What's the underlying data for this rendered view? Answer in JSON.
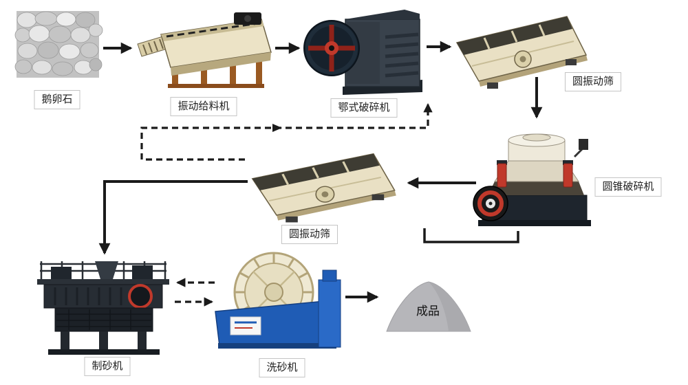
{
  "diagram": {
    "kind": "process-flowchart",
    "nodes": [
      {
        "id": "pebbles",
        "label": "鹅卵石",
        "type": "raw-material"
      },
      {
        "id": "vibrating-feeder",
        "label": "振动给料机",
        "type": "machine"
      },
      {
        "id": "jaw-crusher",
        "label": "鄂式破碎机",
        "type": "machine"
      },
      {
        "id": "circular-vibrating-screen-1",
        "label": "圆振动筛",
        "type": "machine"
      },
      {
        "id": "cone-crusher",
        "label": "圆锥破碎机",
        "type": "machine"
      },
      {
        "id": "circular-vibrating-screen-2",
        "label": "圆振动筛",
        "type": "machine"
      },
      {
        "id": "sand-making-machine",
        "label": "制砂机",
        "type": "machine"
      },
      {
        "id": "sand-washing-machine",
        "label": "洗砂机",
        "type": "machine"
      },
      {
        "id": "finished-product",
        "label": "成品",
        "type": "output"
      }
    ],
    "edges": [
      {
        "from": "pebbles",
        "to": "vibrating-feeder",
        "style": "solid"
      },
      {
        "from": "vibrating-feeder",
        "to": "jaw-crusher",
        "style": "solid"
      },
      {
        "from": "jaw-crusher",
        "to": "circular-vibrating-screen-1",
        "style": "solid"
      },
      {
        "from": "circular-vibrating-screen-1",
        "to": "cone-crusher",
        "style": "solid"
      },
      {
        "from": "cone-crusher",
        "to": "circular-vibrating-screen-2",
        "style": "solid"
      },
      {
        "from": "circular-vibrating-screen-2",
        "to": "sand-making-machine",
        "style": "solid"
      },
      {
        "from": "circular-vibrating-screen-2",
        "to": "jaw-crusher",
        "style": "dashed",
        "purpose": "oversize-return"
      },
      {
        "from": "circular-vibrating-screen-2",
        "to": "cone-crusher",
        "style": "solid",
        "purpose": "recirculation"
      },
      {
        "from": "sand-making-machine",
        "to": "sand-washing-machine",
        "style": "dashed"
      },
      {
        "from": "sand-washing-machine",
        "to": "sand-making-machine",
        "style": "dashed"
      },
      {
        "from": "sand-washing-machine",
        "to": "finished-product",
        "style": "solid"
      }
    ],
    "colors": {
      "background": "#ffffff",
      "arrow": "#1a1a1a",
      "machine_cream": "#e9e0c4",
      "machine_dark": "#2a323b",
      "accent_red": "#c0392b",
      "feeder_leg_brown": "#9a5a22",
      "washer_blue": "#1f5cb5",
      "product_gray": "#b6b6ba",
      "label_border": "#c4c4c4"
    }
  }
}
